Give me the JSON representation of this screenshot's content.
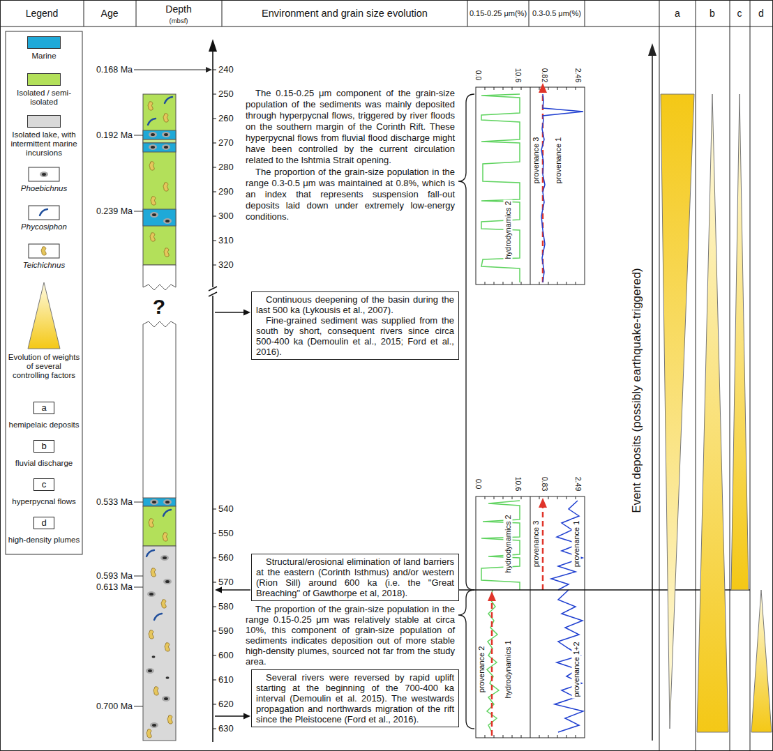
{
  "diagram": {
    "nodes": [
      {
        "text": [
          "Continuous deepening of the basin during the last 500 ka (Lykousis et al., 2007).",
          "Fine-grained sediment was supplied from the south by short, consequent rivers since circa 500-400 ka (Demoulin et al., 2015; Ford et al., 2016)."
        ]
      },
      {
        "text": [
          "Structural/erosional elimination of land barriers at the eastern (Corinth Isthmus) and/or western (Rion Sill) around 600 ka (i.e. the \"Great Breaching\" of Gawthorpe et al, 2018)."
        ]
      },
      {
        "text": [
          "Several rivers were reversed by rapid uplift starting at the beginning of the 700-400 ka interval (Demoulin et al. 2015). The westwards propagation and northwards migration of the rift since the Pleistocene (Ford et al., 2016)."
        ]
      }
    ],
    "labels": [
      "Legend",
      "Age",
      "Depth",
      "(mbsf)",
      "Environment and grain size evolution",
      "0.15-0.25 μm(%)",
      "0.3-0.5 μm(%)",
      "a",
      "b",
      "c",
      "d",
      "0.168 Ma",
      "0.192 Ma",
      "0.239 Ma",
      "0.533 Ma",
      "0.593 Ma",
      "0.613 Ma",
      "0.700 Ma",
      "240",
      "250",
      "260",
      "270",
      "280",
      "290",
      "300",
      "310",
      "320",
      "540",
      "550",
      "560",
      "570",
      "580",
      "590",
      "600",
      "610",
      "620",
      "630",
      "?",
      "The 0.15-0.25 μm component of the grain-size population of the sediments was mainly deposited through hyperpycnal flows, triggered by river floods on the southern margin of the Corinth Rift. These hyperpycnal flows from fluvial flood discharge might have been controlled by the current circulation related to the Ishtmia Strait opening.",
      "The proportion of the grain-size population in the range 0.3-0.5 μm was maintained at 0.8%, which is an index that represents suspension fall-out deposits laid down under extremely low-energy conditions.",
      "The proportion of the grain-size population in the range 0.15-0.25 μm was relatively stable at circa 10%, this component of grain-size population of sediments indicates deposition out of more stable high-density plumes, sourced not far from the study area.",
      "0.0",
      "10.6",
      "0.82",
      "2.46",
      "hydrodynamics 2",
      "provenance 3",
      "provenance 1",
      "0.0",
      "10.6",
      "0.83",
      "2.49",
      "hydrodynamics 2",
      "provenance 3",
      "provenance 1",
      "provenance 2",
      "hydrodynamics 1",
      "provenance 1+2",
      "Event deposits (possibly earthquake-triggered)",
      "a",
      "b",
      "c",
      "d"
    ],
    "legend": [
      {
        "text": "Marine",
        "color": "#1fa9d8"
      },
      {
        "text": "Isolated / semi-isolated",
        "color": "#b3e05a"
      },
      {
        "text": "Isolated lake, with intermittent marine incursions",
        "color": "#d9d9d9"
      },
      {
        "text": "Phoebichnus"
      },
      {
        "text": "Phycosiphon"
      },
      {
        "text": "Teichichnus"
      },
      {
        "text": "Evolution of weights of several controlling factors"
      },
      {
        "text": "hemipelaic deposits"
      },
      {
        "text": "fluvial discharge"
      },
      {
        "text": "hyperpycnal flows"
      },
      {
        "text": "high-density plumes"
      }
    ]
  }
}
